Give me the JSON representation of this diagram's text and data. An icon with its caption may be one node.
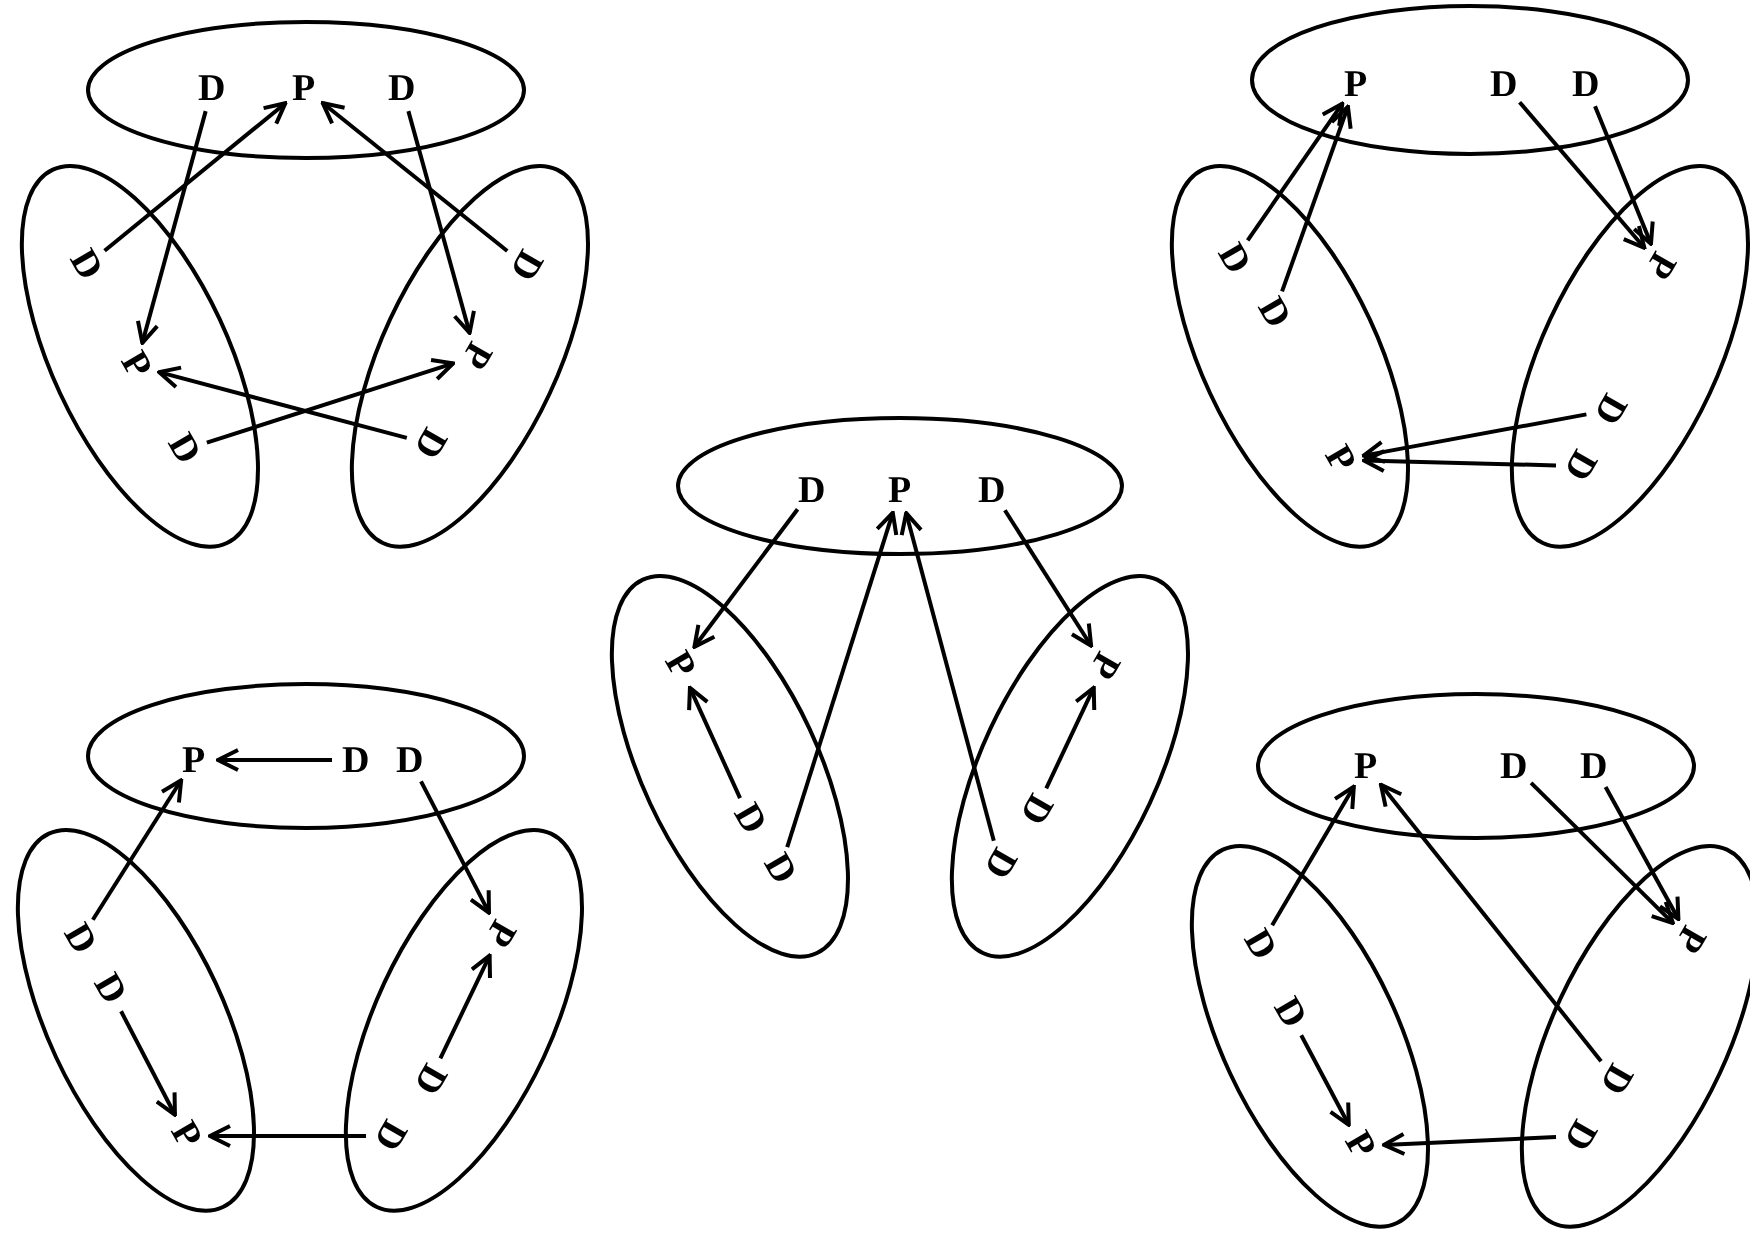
{
  "diagram": {
    "nodes": [
      {
        "text": [],
        "shape": "ellipse"
      },
      {
        "text": [
          "D"
        ],
        "in": 0
      },
      {
        "text": [
          "P"
        ],
        "in": 0
      },
      {
        "text": [
          "D"
        ],
        "in": 0
      },
      {
        "text": [],
        "shape": "ellipse"
      },
      {
        "text": [
          "D"
        ],
        "in": 4
      },
      {
        "text": [
          "P"
        ],
        "in": 4
      },
      {
        "text": [
          "D"
        ],
        "in": 4
      },
      {
        "text": [],
        "shape": "ellipse"
      },
      {
        "text": [
          "D"
        ],
        "in": 8
      },
      {
        "text": [
          "P"
        ],
        "in": 8
      },
      {
        "text": [
          "D"
        ],
        "in": 8
      },
      {
        "text": [],
        "shape": "ellipse"
      },
      {
        "text": [
          "P"
        ],
        "in": 12
      },
      {
        "text": [
          "D"
        ],
        "in": 12
      },
      {
        "text": [
          "D"
        ],
        "in": 12
      },
      {
        "text": [],
        "shape": "ellipse"
      },
      {
        "text": [
          "D"
        ],
        "in": 16
      },
      {
        "text": [
          "D"
        ],
        "in": 16
      },
      {
        "text": [
          "P"
        ],
        "in": 16
      },
      {
        "text": [],
        "shape": "ellipse"
      },
      {
        "text": [
          "P"
        ],
        "in": 20
      },
      {
        "text": [
          "D"
        ],
        "in": 20
      },
      {
        "text": [
          "D"
        ],
        "in": 20
      },
      {
        "text": [],
        "shape": "ellipse"
      },
      {
        "text": [
          "D"
        ],
        "in": 24
      },
      {
        "text": [
          "P"
        ],
        "in": 24
      },
      {
        "text": [
          "D"
        ],
        "in": 24
      },
      {
        "text": [],
        "shape": "ellipse"
      },
      {
        "text": [
          "P"
        ],
        "in": 28
      },
      {
        "text": [
          "D"
        ],
        "in": 28
      },
      {
        "text": [
          "D"
        ],
        "in": 28
      },
      {
        "text": [],
        "shape": "ellipse"
      },
      {
        "text": [
          "P"
        ],
        "in": 32
      },
      {
        "text": [
          "D"
        ],
        "in": 32
      },
      {
        "text": [
          "D"
        ],
        "in": 32
      },
      {
        "text": [],
        "shape": "ellipse"
      },
      {
        "text": [
          "P"
        ],
        "in": 36
      },
      {
        "text": [
          "D"
        ],
        "in": 36
      },
      {
        "text": [
          "D"
        ],
        "in": 36
      },
      {
        "text": [],
        "shape": "ellipse"
      },
      {
        "text": [
          "D"
        ],
        "in": 40
      },
      {
        "text": [
          "D"
        ],
        "in": 40
      },
      {
        "text": [
          "P"
        ],
        "in": 40
      },
      {
        "text": [],
        "shape": "ellipse"
      },
      {
        "text": [
          "P"
        ],
        "in": 44
      },
      {
        "text": [
          "D"
        ],
        "in": 44
      },
      {
        "text": [
          "D"
        ],
        "in": 44
      },
      {
        "text": [],
        "shape": "ellipse"
      },
      {
        "text": [
          "P"
        ],
        "in": 48
      },
      {
        "text": [
          "D"
        ],
        "in": 48
      },
      {
        "text": [
          "D"
        ],
        "in": 48
      },
      {
        "text": [],
        "shape": "ellipse"
      },
      {
        "text": [
          "D"
        ],
        "in": 52
      },
      {
        "text": [
          "D"
        ],
        "in": 52
      },
      {
        "text": [
          "P"
        ],
        "in": 52
      },
      {
        "text": [],
        "shape": "ellipse"
      },
      {
        "text": [
          "P"
        ],
        "in": 56
      },
      {
        "text": [
          "D"
        ],
        "in": 56
      },
      {
        "text": [
          "D"
        ],
        "in": 56
      }
    ],
    "edges": [
      {
        "from": 1,
        "to": 6,
        "arrow": "to"
      },
      {
        "from": 5,
        "to": 2,
        "arrow": "to"
      },
      {
        "from": 3,
        "to": 10,
        "arrow": "to"
      },
      {
        "from": 9,
        "to": 2,
        "arrow": "to"
      },
      {
        "from": 7,
        "to": 10,
        "arrow": "to"
      },
      {
        "from": 11,
        "to": 6,
        "arrow": "to"
      },
      {
        "from": 17,
        "to": 13,
        "arrow": "to"
      },
      {
        "from": 18,
        "to": 13,
        "arrow": "to"
      },
      {
        "from": 14,
        "to": 21,
        "arrow": "to"
      },
      {
        "from": 15,
        "to": 21,
        "arrow": "to"
      },
      {
        "from": 22,
        "to": 19,
        "arrow": "to"
      },
      {
        "from": 23,
        "to": 19,
        "arrow": "to"
      },
      {
        "from": 25,
        "to": 29,
        "arrow": "to"
      },
      {
        "from": 30,
        "to": 29,
        "arrow": "to"
      },
      {
        "from": 31,
        "to": 26,
        "arrow": "to"
      },
      {
        "from": 35,
        "to": 26,
        "arrow": "to"
      },
      {
        "from": 34,
        "to": 33,
        "arrow": "to"
      },
      {
        "from": 27,
        "to": 33,
        "arrow": "to"
      },
      {
        "from": 38,
        "to": 37,
        "arrow": "to"
      },
      {
        "from": 41,
        "to": 37,
        "arrow": "to"
      },
      {
        "from": 39,
        "to": 45,
        "arrow": "to"
      },
      {
        "from": 46,
        "to": 45,
        "arrow": "to"
      },
      {
        "from": 42,
        "to": 43,
        "arrow": "to"
      },
      {
        "from": 47,
        "to": 43,
        "arrow": "to"
      },
      {
        "from": 53,
        "to": 49,
        "arrow": "to"
      },
      {
        "from": 58,
        "to": 49,
        "arrow": "to"
      },
      {
        "from": 50,
        "to": 57,
        "arrow": "to"
      },
      {
        "from": 51,
        "to": 57,
        "arrow": "to"
      },
      {
        "from": 54,
        "to": 55,
        "arrow": "to"
      },
      {
        "from": 59,
        "to": 55,
        "arrow": "to"
      }
    ]
  }
}
